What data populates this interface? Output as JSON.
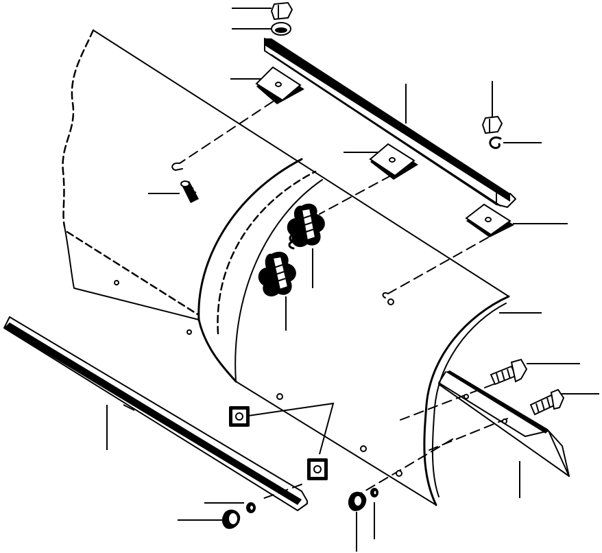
{
  "diagram": {
    "type": "exploded-parts-diagram",
    "parts": [
      {
        "id": "nut-top"
      },
      {
        "id": "lock-washer-top"
      },
      {
        "id": "square-plate-upper-left"
      },
      {
        "id": "mounting-angle-top"
      },
      {
        "id": "nut-right"
      },
      {
        "id": "lock-washer-right"
      },
      {
        "id": "square-plate-upper-middle"
      },
      {
        "id": "carriage-bolt-left"
      },
      {
        "id": "square-plate-right"
      },
      {
        "id": "carriage-bolt-center-upper"
      },
      {
        "id": "carriage-bolt-center-lower"
      },
      {
        "id": "curved-guard-panel"
      },
      {
        "id": "hex-bolt-right-upper"
      },
      {
        "id": "hex-bolt-right-lower"
      },
      {
        "id": "mounting-angle-bottom-left"
      },
      {
        "id": "square-washers-bottom"
      },
      {
        "id": "wear-strip-bottom-right"
      },
      {
        "id": "nut-bottom-left"
      },
      {
        "id": "lock-washer-bottom-left"
      },
      {
        "id": "nut-bottom-center"
      },
      {
        "id": "lock-washer-bottom-center"
      }
    ]
  }
}
